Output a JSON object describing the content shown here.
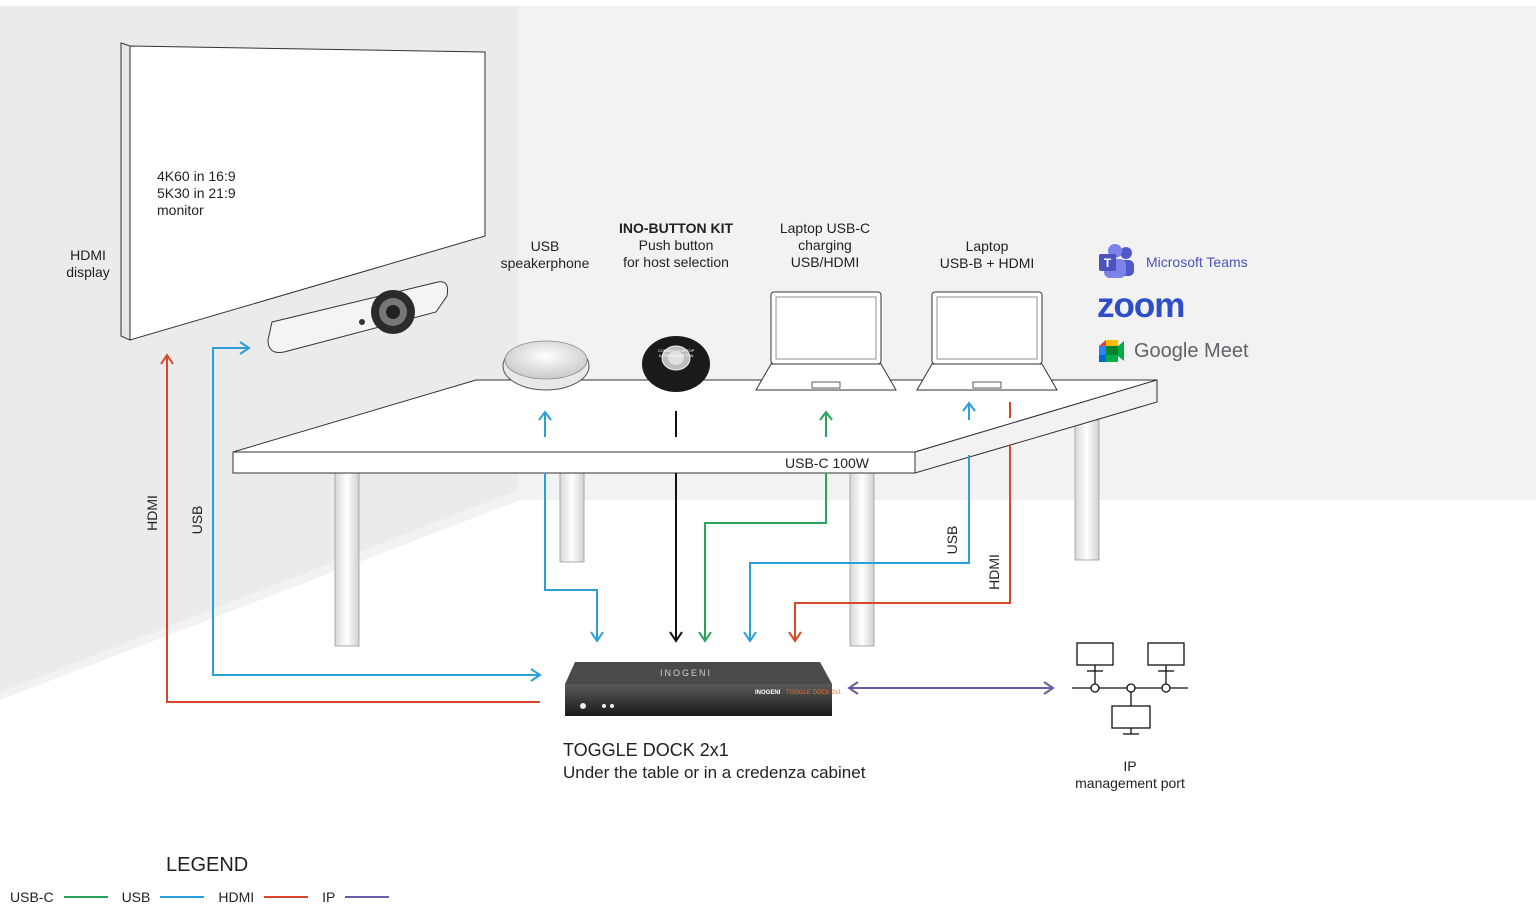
{
  "display": {
    "label": "HDMI\ndisplay",
    "screen_text": "4K60 in 16:9\n5K30 in 21:9\nmonitor"
  },
  "devices": {
    "speakerphone": "USB\nspeakerphone",
    "button_title": "INO-BUTTON KIT",
    "button_desc": "Push button\nfor host selection",
    "button_face_text": "CONNECT LAPTOP\n& PRESS BUTTON",
    "laptop_usbc": "Laptop USB-C\ncharging\nUSB/HDMI",
    "laptop_usbb": "Laptop\nUSB-B + HDMI"
  },
  "table_label": "USB-C 100W",
  "conferencing": {
    "teams": "Microsoft Teams",
    "zoom": "zoom",
    "meet": "Google Meet"
  },
  "cable_labels": {
    "hdmi_left": "HDMI",
    "usb_left": "USB",
    "usb_right": "USB",
    "hdmi_right": "HDMI"
  },
  "dock": {
    "brand": "INOGENI",
    "model": "TOGGLE DOCK 2x1",
    "title": "TOGGLE DOCK 2x1",
    "subtitle": "Under the table or in a credenza cabinet"
  },
  "network": {
    "label": "IP\nmanagement port"
  },
  "legend": {
    "title": "LEGEND",
    "items": [
      {
        "label": "USB-C",
        "color": "#2aa45a"
      },
      {
        "label": "USB",
        "color": "#2a9fd8"
      },
      {
        "label": "HDMI",
        "color": "#d9472b"
      },
      {
        "label": "IP",
        "color": "#6b5ba7"
      }
    ]
  },
  "colors": {
    "usbc": "#2aa45a",
    "usb": "#2a9fd8",
    "hdmi": "#d9472b",
    "ip": "#6b5ba7"
  },
  "icons": [
    "microsoft-teams-logo",
    "google-meet-logo",
    "network-computer-icon"
  ]
}
